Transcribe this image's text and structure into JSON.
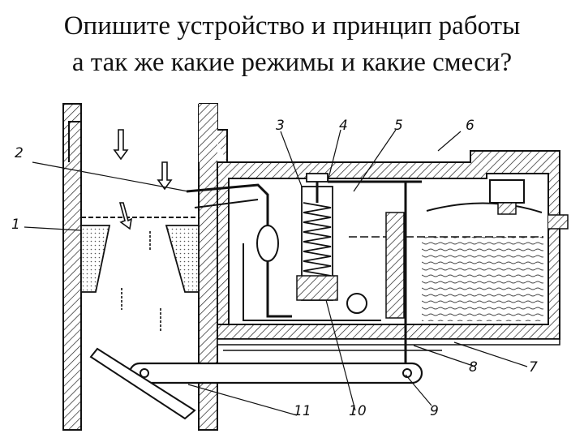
{
  "title": {
    "line1": "Опишите устройство и принцип работы",
    "line2": "а так же какие режимы и какие смеси?"
  },
  "diagram": {
    "labels": [
      "1",
      "2",
      "3",
      "4",
      "5",
      "6",
      "7",
      "8",
      "9",
      "10",
      "11"
    ]
  },
  "colors": {
    "ink": "#111111",
    "background": "#ffffff"
  }
}
